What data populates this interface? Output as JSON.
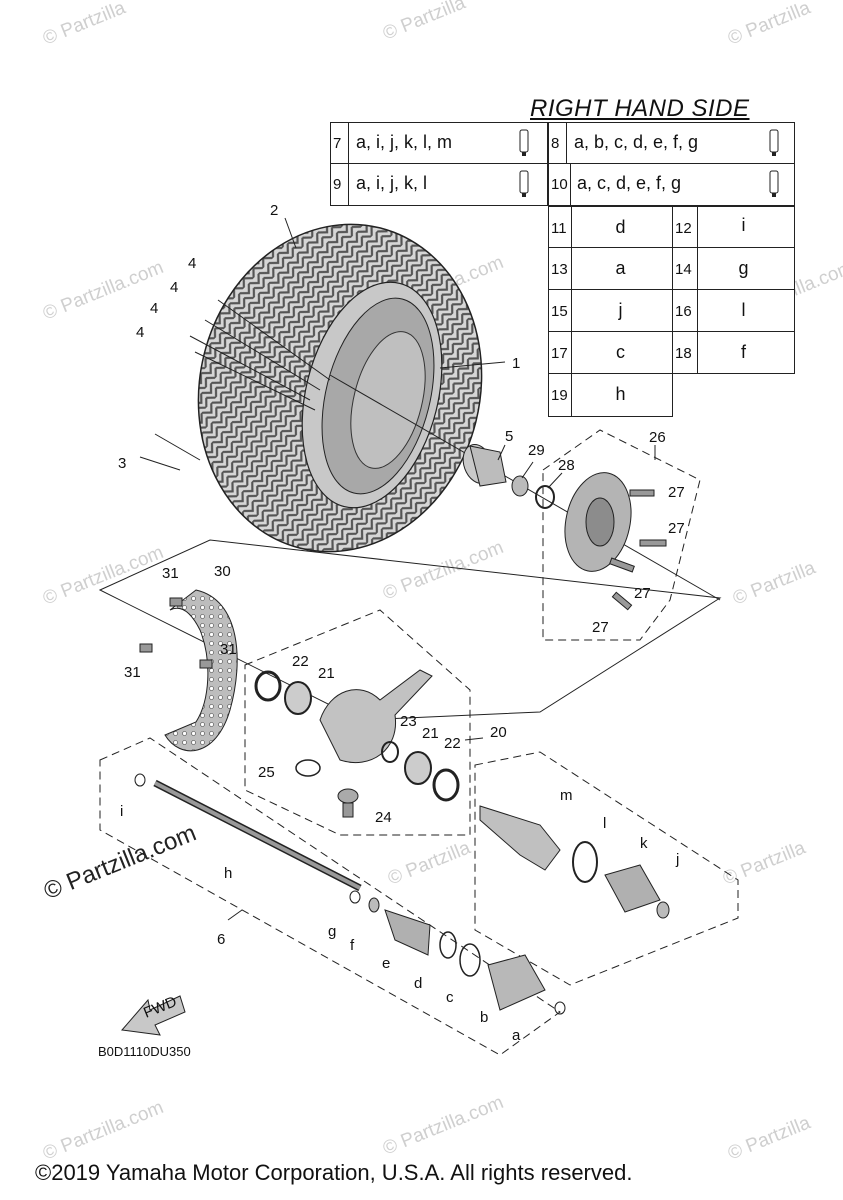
{
  "heading": "RIGHT HAND SIDE",
  "lubrication_table": [
    {
      "num": "7",
      "codes": "a, i, j, k, l, m"
    },
    {
      "num": "8",
      "codes": "a, b, c, d, e, f, g"
    },
    {
      "num": "9",
      "codes": "a, i, j, k, l"
    },
    {
      "num": "10",
      "codes": "a, c, d, e, f, g"
    }
  ],
  "part_table": [
    {
      "num": "11",
      "code": "d"
    },
    {
      "num": "12",
      "code": "i"
    },
    {
      "num": "13",
      "code": "a"
    },
    {
      "num": "14",
      "code": "g"
    },
    {
      "num": "15",
      "code": "j"
    },
    {
      "num": "16",
      "code": "l"
    },
    {
      "num": "17",
      "code": "c"
    },
    {
      "num": "18",
      "code": "f"
    },
    {
      "num": "19",
      "code": "h"
    }
  ],
  "callouts": {
    "p1": "1",
    "p2": "2",
    "p3": "3",
    "p4a": "4",
    "p4b": "4",
    "p4c": "4",
    "p4d": "4",
    "p5": "5",
    "p6": "6",
    "p20": "20",
    "p21a": "21",
    "p21b": "21",
    "p22a": "22",
    "p22b": "22",
    "p23": "23",
    "p24": "24",
    "p25": "25",
    "p26": "26",
    "p27a": "27",
    "p27b": "27",
    "p27c": "27",
    "p27d": "27",
    "p28": "28",
    "p29": "29",
    "p30": "30",
    "p31a": "31",
    "p31b": "31",
    "p31c": "31",
    "la": "a",
    "lb": "b",
    "lc": "c",
    "ld": "d",
    "le": "e",
    "lf": "f",
    "lg": "g",
    "lh": "h",
    "li": "i",
    "lj": "j",
    "lk": "k",
    "ll": "l",
    "lm": "m"
  },
  "fwd_label": "FWD",
  "catalog_code": "B0D1110DU350",
  "copyright": "©2019 Yamaha Motor Corporation, U.S.A. All rights reserved.",
  "watermark": "© Partzilla.com",
  "watermark_short": "© Partzilla"
}
